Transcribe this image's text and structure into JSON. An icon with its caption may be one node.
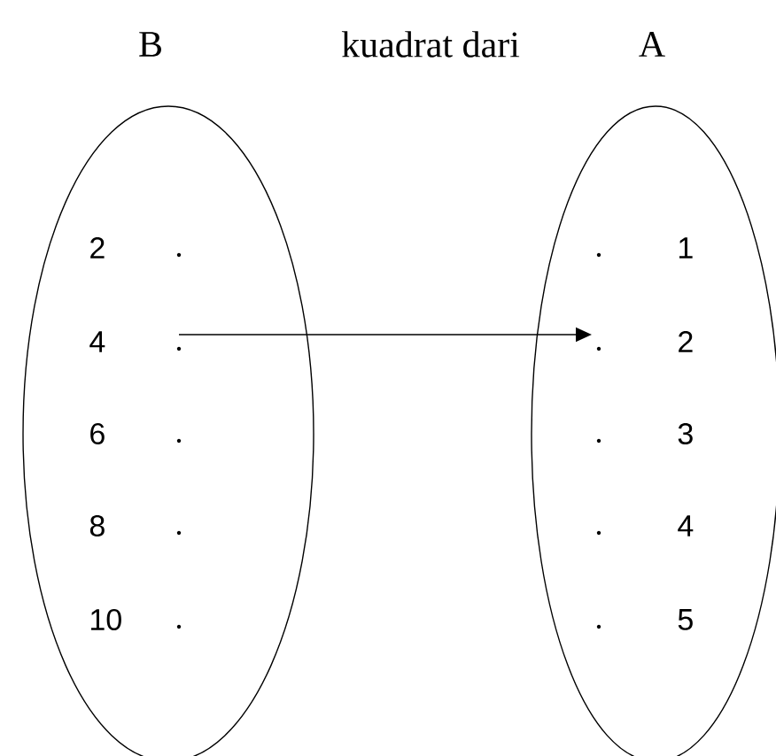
{
  "diagram": {
    "nodes": [
      {
        "text": [
          "B"
        ]
      },
      {
        "text": [
          "A"
        ]
      },
      {
        "text": [
          "2"
        ],
        "in": 0
      },
      {
        "text": [
          "4"
        ],
        "in": 0
      },
      {
        "text": [
          "6"
        ],
        "in": 0
      },
      {
        "text": [
          "8"
        ],
        "in": 0
      },
      {
        "text": [
          "10"
        ],
        "in": 0
      },
      {
        "text": [
          "1"
        ],
        "in": 1
      },
      {
        "text": [
          "2"
        ],
        "in": 1
      },
      {
        "text": [
          "3"
        ],
        "in": 1
      },
      {
        "text": [
          "4"
        ],
        "in": 1
      },
      {
        "text": [
          "5"
        ],
        "in": 1
      }
    ],
    "edges": [
      {
        "from": 3,
        "to": 8,
        "arrow": "to"
      }
    ],
    "labels": [
      "kuadrat dari"
    ]
  }
}
